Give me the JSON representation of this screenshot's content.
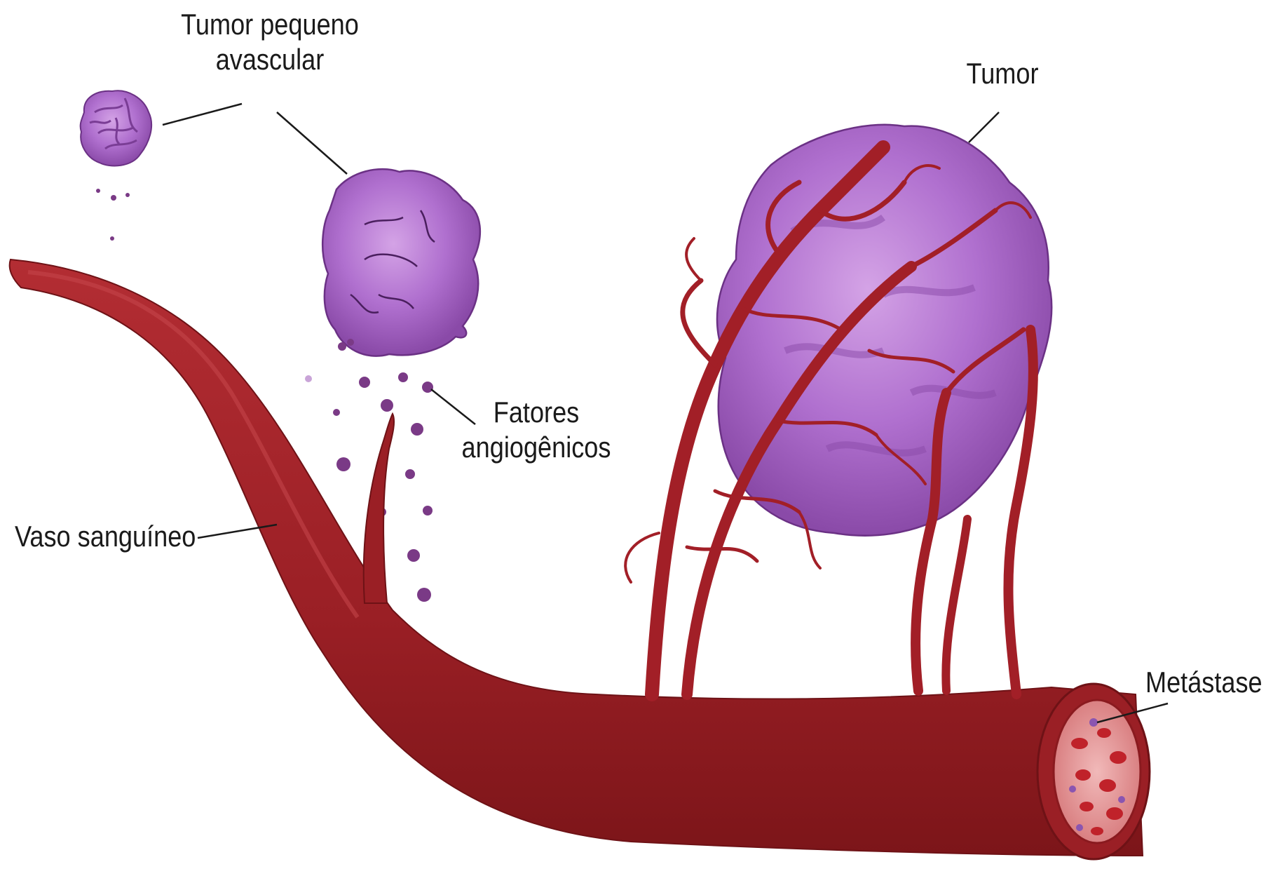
{
  "labels": {
    "small_tumor": {
      "line1": "Tumor pequeno",
      "line2": "avascular"
    },
    "tumor": "Tumor",
    "factors": {
      "line1": "Fatores",
      "line2": "angiogênicos"
    },
    "vessel": "Vaso sanguíneo",
    "metastasis": "Metástase"
  },
  "colors": {
    "vessel_dark": "#8e1a1f",
    "vessel_mid": "#a8252b",
    "vessel_light": "#c33b40",
    "tumor_purple": "#a05fc0",
    "tumor_light": "#c994dc",
    "tumor_dark": "#6b3185",
    "factor_dot": "#7a3a86",
    "leader_line": "#1a1a1a"
  }
}
